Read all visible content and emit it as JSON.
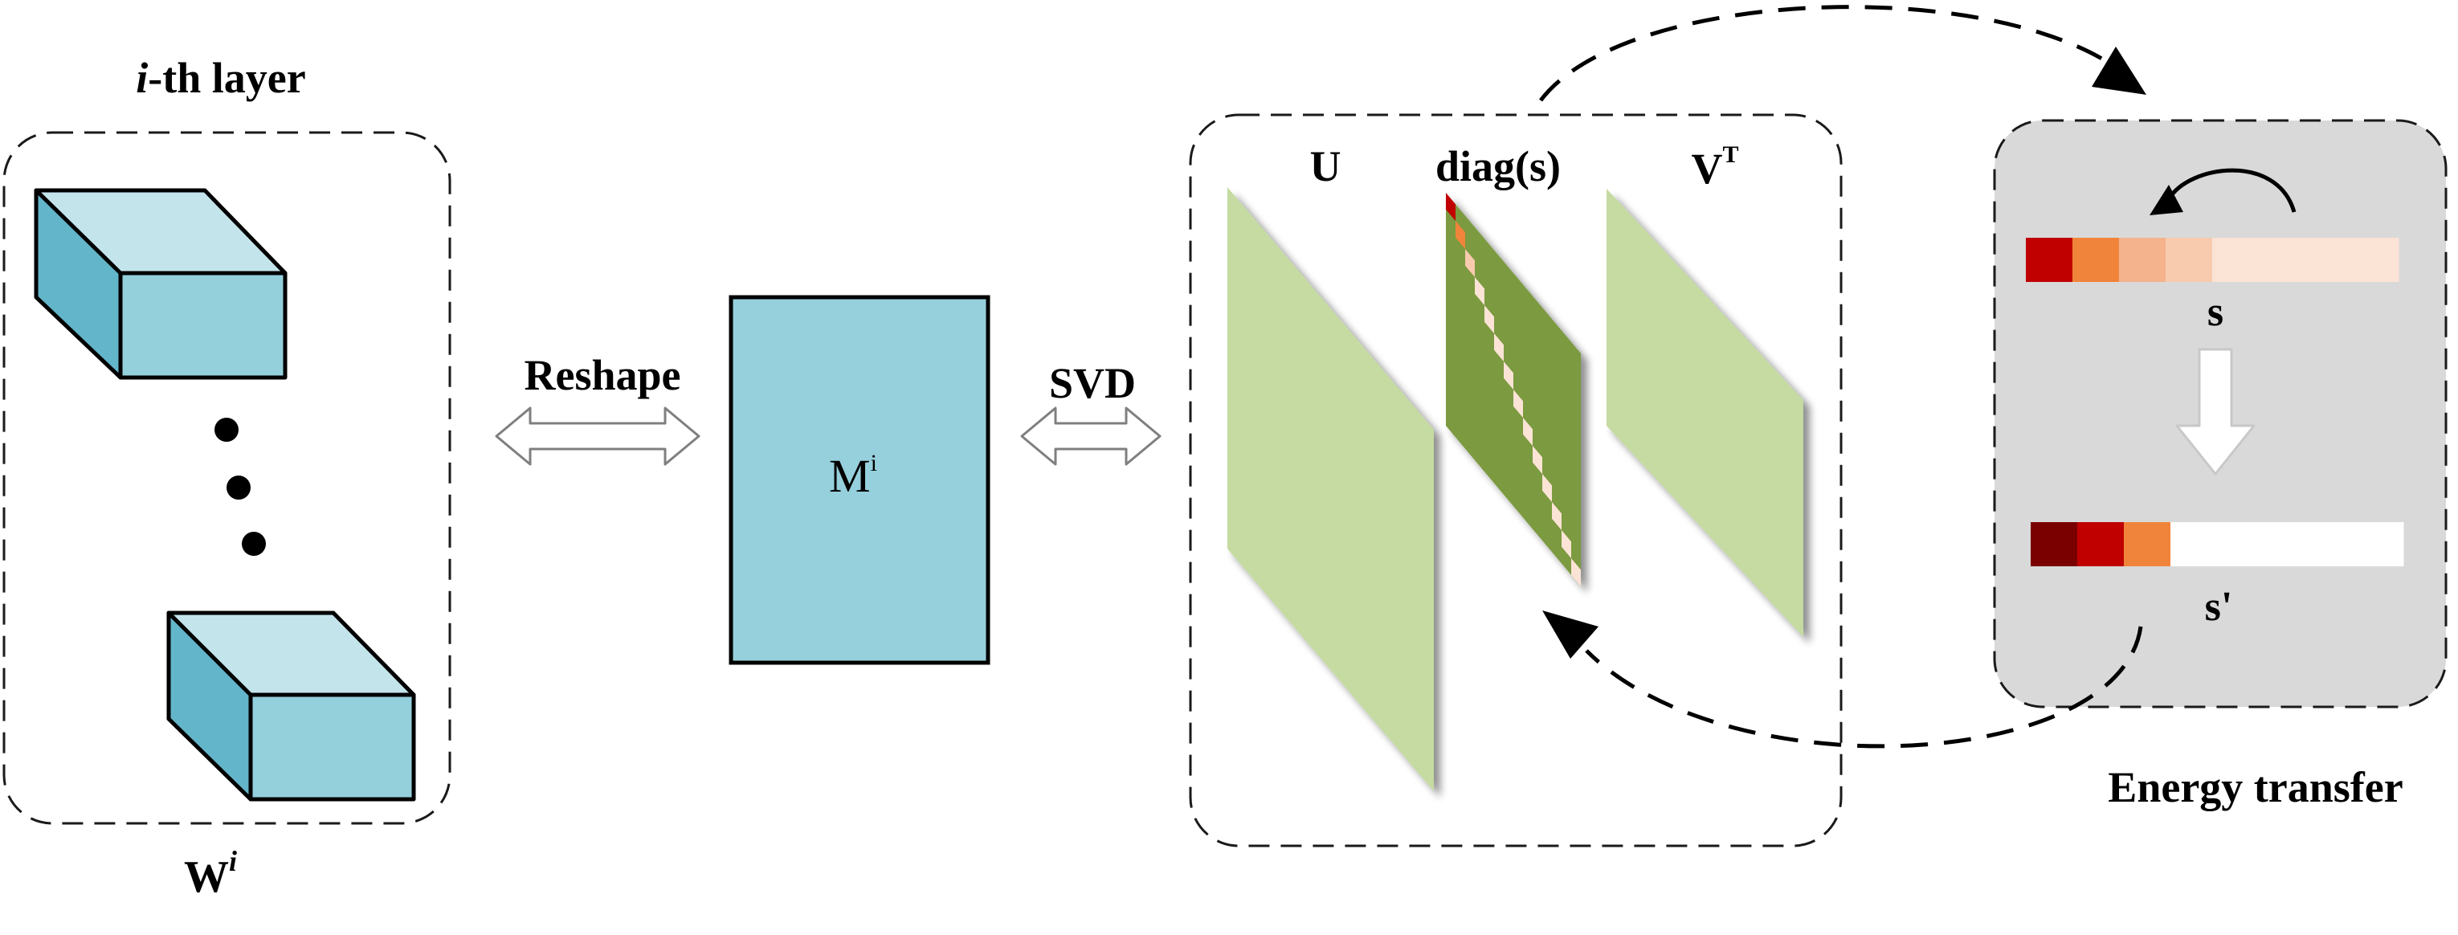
{
  "labels": {
    "layer_prefix": "i",
    "layer_suffix": "-th layer",
    "weight_base": "W",
    "weight_sup": "i",
    "reshape": "Reshape",
    "svd": "SVD",
    "matrix_base": "M",
    "matrix_sup": "i",
    "u": "U",
    "diag": "diag(s)",
    "vt_base": "V",
    "vt_sup": "T",
    "s": "s",
    "s_prime": "s'",
    "energy_transfer": "Energy transfer"
  },
  "colors": {
    "cube_front": "#94cfdc",
    "cube_top": "#c4e4ec",
    "cube_side": "#63b5c9",
    "matrix_fill": "#96d0dc",
    "factor_light_green": "#c5dba2",
    "factor_dark_green": "#7b9a41",
    "panel_gray": "#d9d9d9"
  },
  "singular_values": {
    "original": [
      "#c00000",
      "#f0843a",
      "#f4b38c",
      "#f8cbae",
      "#fbe3d6",
      "#fbe3d6",
      "#fbe3d6",
      "#fbe3d6"
    ],
    "transferred": [
      "#7a0000",
      "#c00000",
      "#f0843a",
      "#ffffff",
      "#ffffff",
      "#ffffff",
      "#ffffff",
      "#ffffff"
    ],
    "diagonal": [
      "#c00000",
      "#f0843a",
      "#f8cbae",
      "#fbe3d6",
      "#fbe3d6",
      "#fbe3d6",
      "#fbe3d6",
      "#fbe3d6",
      "#fbe3d6",
      "#fbe3d6",
      "#fbe3d6",
      "#fbe3d6",
      "#fbe3d6",
      "#fbe3d6"
    ]
  }
}
